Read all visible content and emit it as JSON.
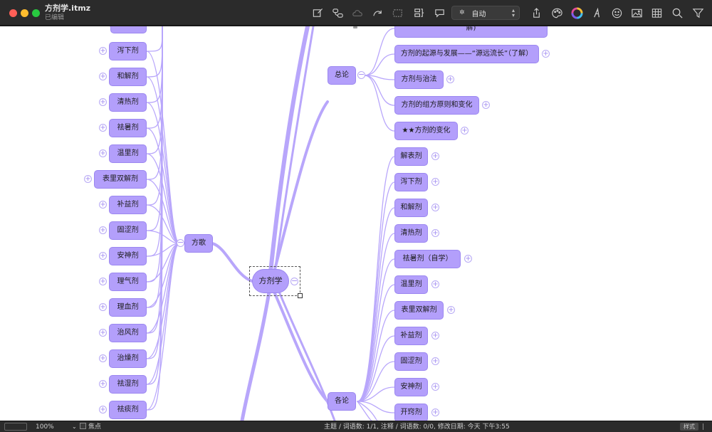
{
  "window": {
    "title": "方剂学.itmz",
    "status": "已编辑"
  },
  "toolbar": {
    "layout_select": "自动",
    "icons": [
      "note-edit-icon",
      "relation-icon",
      "cloud-icon",
      "redo-curve-icon",
      "boundary-icon",
      "summary-icon",
      "comment-icon",
      "layout-star-icon",
      "share-icon",
      "palette-icon",
      "color-wheel-icon",
      "font-icon",
      "emoji-icon",
      "image-icon",
      "table-icon",
      "search-icon",
      "filter-icon"
    ]
  },
  "mindmap": {
    "root": "方剂学",
    "left_branch": {
      "label": "方歌",
      "children": [
        "泻下剂",
        "和解剂",
        "清热剂",
        "祛暑剂",
        "温里剂",
        "表里双解剂",
        "补益剂",
        "固涩剂",
        "安神剂",
        "理气剂",
        "理血剂",
        "治风剂",
        "治燥剂",
        "祛湿剂",
        "祛痰剂"
      ]
    },
    "right_top": {
      "label": "总论",
      "children": [
        "解)",
        "方剂的起源与发展——“源远流长”（了解）",
        "方剂与治法",
        "方剂的组方原则和变化",
        "★★方剂的变化"
      ]
    },
    "right_bottom": {
      "label": "各论",
      "children": [
        "解表剂",
        "泻下剂",
        "和解剂",
        "清热剂",
        "祛暑剂（自学）",
        "温里剂",
        "表里双解剂",
        "补益剂",
        "固涩剂",
        "安神剂",
        "开窍剂"
      ]
    }
  },
  "statusbar": {
    "zoom": "100%",
    "focus": "焦点",
    "stats": "主题 / 词语数:  1/1,  注释 / 词语数:  0/0,  修改日期:  今天 下午3:55",
    "style_button": "样式"
  },
  "colors": {
    "node_fill": "#b39ffb",
    "link": "#b8a6fb",
    "canvas": "#ffffff"
  }
}
